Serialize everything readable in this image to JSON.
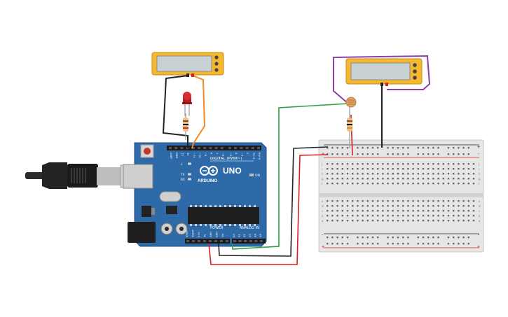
{
  "board": {
    "model": "UNO",
    "brand": "ARDUINO",
    "digital_label": "DIGITAL (PWM~)",
    "power_label": "POWER",
    "analog_label": "ANALOG IN",
    "on_label": "ON",
    "led_labels": [
      "L",
      "TX",
      "RX"
    ],
    "pin_labels_digital": [
      "AREF",
      "GND",
      "13",
      "12",
      "~11",
      "~10",
      "~9",
      "8",
      "7",
      "~6",
      "~5",
      "4",
      "~3",
      "2",
      "TX→1",
      "RX←0"
    ],
    "pin_labels_power": [
      "IOREF",
      "RESET",
      "3.3V",
      "5V",
      "GND",
      "GND",
      "Vin"
    ],
    "pin_labels_analog": [
      "A0",
      "A1",
      "A2",
      "A3",
      "A4",
      "A5"
    ]
  },
  "breadboard": {
    "row_letters": [
      "a",
      "b",
      "c",
      "d",
      "e",
      "f",
      "g",
      "h",
      "i",
      "j"
    ],
    "rail_plus": "+",
    "rail_minus": "-"
  },
  "colors": {
    "board": "#2e6aa7",
    "wire_black": "#222222",
    "wire_red": "#d81f1f",
    "wire_green": "#2ea043",
    "wire_orange": "#f08a24",
    "wire_purple": "#8b3fa7",
    "meter_yellow": "#f5b82e"
  }
}
